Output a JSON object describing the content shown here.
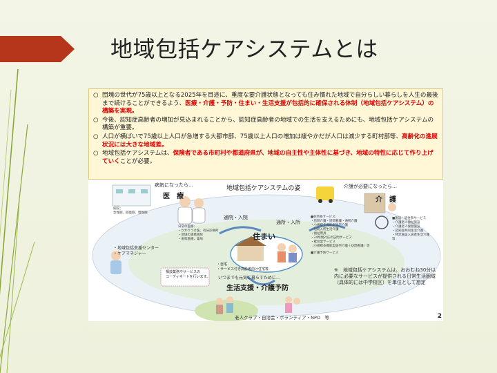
{
  "title": "地域包括ケアシステムとは",
  "bullet_marker": "○",
  "bullets": [
    {
      "normal": "団塊の世代が75歳以上となる2025年を目途に、重度な要介護状態となっても住み慣れた地域で自分らしい暮らしを人生の最後まで続けることができるよう、",
      "red": "医療・介護・予防・住まい・生活支援が包括的に確保される体制（地域包括ケアシステム）の構築を実現。",
      "after": ""
    },
    {
      "normal": "今後、認知症高齢者の増加が見込まれることから、認知症高齢者の地域での生活を支えるためにも、地域包括ケアシステムの構築が重要。",
      "red": "",
      "after": ""
    },
    {
      "normal": "人口が横ばいで75歳以上人口が急増する大都市部、75歳以上人口の増加は緩やかだが人口は減少する町村部等、",
      "red": "高齢化の進展状況には大きな地域差。",
      "after": ""
    },
    {
      "normal": "地域包括ケアシステムは、",
      "red": "保険者である市町村や都道府県が、地域の自主性や主体性に基づき、地域の特性に応じて作り上げていく",
      "after": "ことが必要。"
    }
  ],
  "diagram": {
    "title": "地域包括ケアシステムの姿",
    "sick_label": "病気になったら…",
    "medical": "医　療",
    "care_needed": "介護が必要になったら…",
    "care": "介　護",
    "home": "住まい",
    "living": "生活支援・介護予防",
    "commute1": "通院・入院",
    "commute2": "通所・入所",
    "hospital": "病院：\n急性期、回復期、慢性期",
    "clinic": "日常の医療：\n・かかりつけ医、有床診療所\n・地域の連携病院\n・歯科医療、薬局",
    "care_services": "■在宅系サービス：\n・訪問介護・訪問看護・通所介護\n・小規模多機能型居宅介護\n・短期入所生活介護\n・福祉用具\n・24時間対応の訪問サービス\n・複合型サービス\n（小規模多機能型居宅介護＋訪問看護）等",
    "facility_services": "■施設・居住系サービス\n・介護老人福祉施設\n・介護老人保健施設\n・認知症共同生活介護\n・特定施設入居者生活介護\n等",
    "preventive": "■介護予防サービス",
    "center": "・地域包括支援センター\n・ケアマネジャー",
    "consult": "相談業務やサービスの\nコーディネートを行います。",
    "housing": "・自宅\n・サービス付き高齢者向け住宅等",
    "forever": "いつまでも元気に暮らすために…",
    "groups": "老人クラブ・自治会・ボランティア・NPO　等",
    "note": "※　地域包括ケアシステムは、おおむね30分以内に必要なサービスが提供される日常生活圏域（具体的には中学校区）を単位として想定",
    "page": "2"
  }
}
